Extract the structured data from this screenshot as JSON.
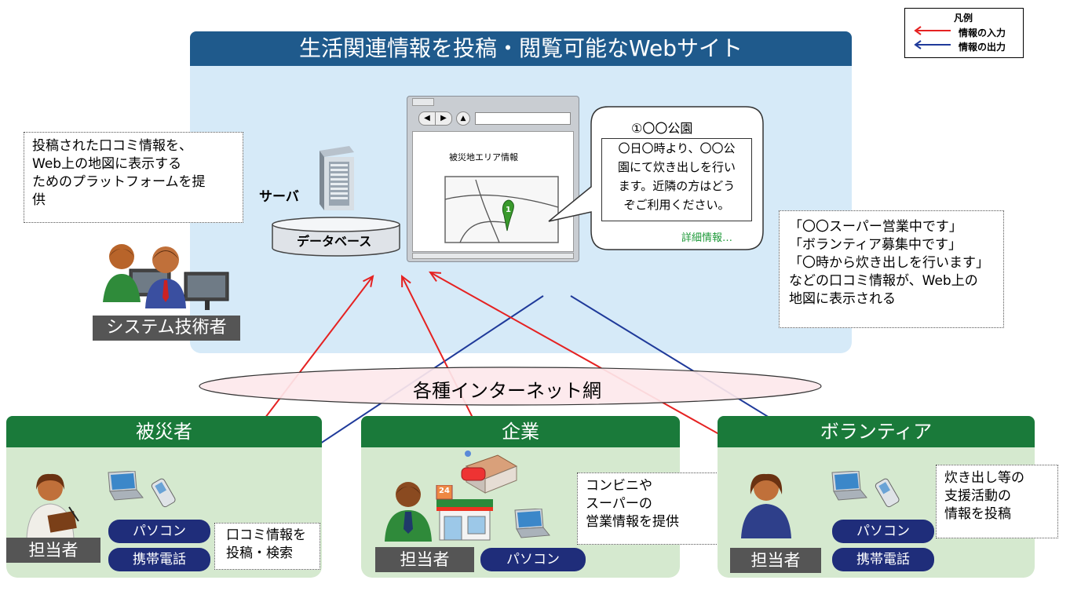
{
  "legend": {
    "title": "凡例",
    "input": "情報の入力",
    "output": "情報の出力",
    "input_color": "#e52222",
    "output_color": "#1f3a9a"
  },
  "website": {
    "title": "生活関連情報を投稿・閲覧可能なWebサイト",
    "server_label": "サーバ",
    "database_label": "データベース",
    "browser_heading": "被災地エリア情報",
    "callout_title": "①〇〇公園",
    "callout_body": [
      "〇日〇時より、〇〇公",
      "園にて炊き出しを行い",
      "ます。近隣の方はどう",
      "ぞご利用ください。"
    ],
    "callout_link": "詳細情報…",
    "platform_note": [
      "投稿された口コミ情報を、",
      "Web上の地図に表示する",
      "ためのプラットフォームを提",
      "供"
    ],
    "tech_label": "システム技術者",
    "example_note": [
      "「〇〇スーパー営業中です」",
      "「ボランティア募集中です」",
      "「〇時から炊き出しを行います」",
      "などの口コミ情報が、Web上の",
      "地図に表示される"
    ],
    "map_pin": "1"
  },
  "network": {
    "label": "各種インターネット網"
  },
  "groups": {
    "victims": {
      "title": "被災者",
      "person": "担当者",
      "pc": "パソコン",
      "phone": "携帯電話",
      "note": [
        "口コミ情報を",
        "投稿・検索"
      ]
    },
    "business": {
      "title": "企業",
      "person": "担当者",
      "pc": "パソコン",
      "note": [
        "コンビニや",
        "スーパーの",
        "営業情報を提供"
      ],
      "store_sign": "24"
    },
    "volunteers": {
      "title": "ボランティア",
      "person": "担当者",
      "pc": "パソコン",
      "phone": "携帯電話",
      "note": [
        "炊き出し等の",
        "支援活動の",
        "情報を投稿"
      ]
    }
  }
}
